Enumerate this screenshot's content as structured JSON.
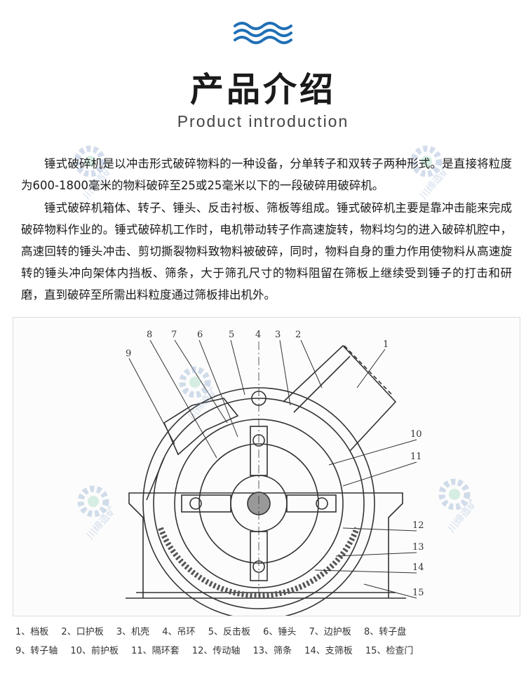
{
  "header": {
    "title": "产品介绍",
    "subtitle": "Product introduction"
  },
  "paragraphs": [
    "锤式破碎机是以冲击形式破碎物料的一种设备，分单转子和双转子两种形式。是直接将粒度为600-1800毫米的物料破碎至25或25毫米以下的一段破碎用破碎机。",
    "锤式破碎机箱体、转子、锤头、反击衬板、筛板等组成。锤式破碎机主要是靠冲击能来完成破碎物料作业的。锤式破碎机工作时，电机带动转子作高速旋转，物料均匀的进入破碎机腔中，高速回转的锤头冲击、剪切撕裂物料致物料被破碎，同时，物料自身的重力作用使物料从高速旋转的锤头冲向架体内挡板、筛条，大于筛孔尺寸的物料阻留在筛板上继续受到锤子的打击和研磨，直到破碎至所需出料粒度通过筛板排出机外。"
  ],
  "diagram": {
    "callouts": [
      "1",
      "2",
      "3",
      "4",
      "5",
      "6",
      "7",
      "8",
      "9",
      "10",
      "11",
      "12",
      "13",
      "14",
      "15"
    ]
  },
  "legend": {
    "row1": [
      "1、档板",
      "2、口护板",
      "3、机壳",
      "4、吊环",
      "5、反击板",
      "6、锤头",
      "7、边护板",
      "8、转子盘"
    ],
    "row2": [
      "9、转子轴",
      "10、前护板",
      "11、隔环套",
      "12、传动轴",
      "13、筛条",
      "14、支筛板",
      "15、检查门"
    ]
  },
  "watermark": "川缔造矿",
  "colors": {
    "wave": "#1f6fb5",
    "watermark_gear": "#9fb6d6",
    "watermark_center": "#a8dcc4"
  }
}
